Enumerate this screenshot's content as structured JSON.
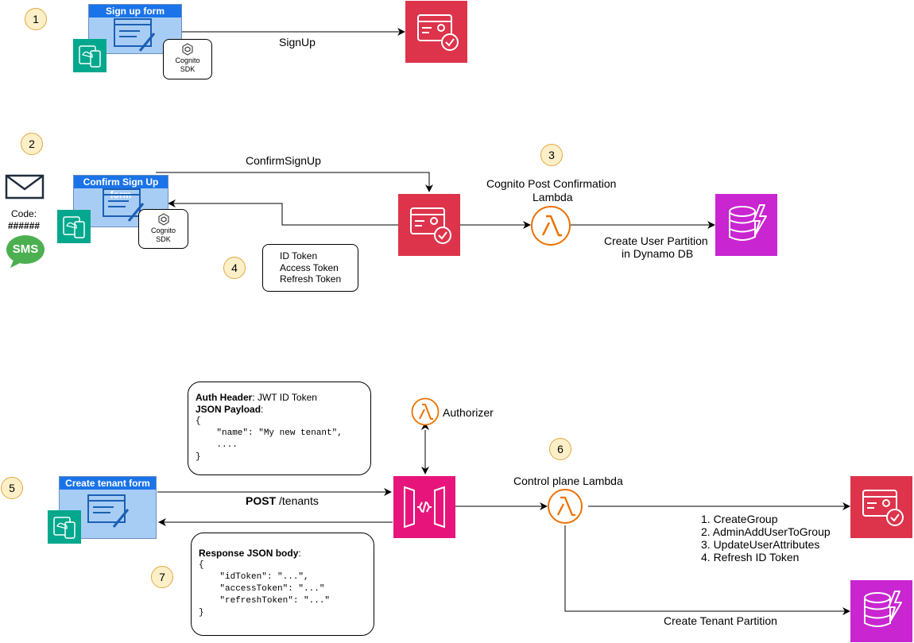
{
  "steps": [
    "1",
    "2",
    "3",
    "4",
    "5",
    "6",
    "7"
  ],
  "forms": {
    "signup": "Sign up form",
    "confirm": "Confirm Sign Up form",
    "create_tenant": "Create tenant form"
  },
  "sdk": {
    "line1": "Cognito",
    "line2": "SDK"
  },
  "edges": {
    "signup": "SignUp",
    "confirm_signup": "ConfirmSignUp",
    "post_conf_line1": "Cognito Post Confirmation",
    "post_conf_line2": "Lambda",
    "create_user_line1": "Create User Partition",
    "create_user_line2": "in Dynamo DB",
    "post_bold": "POST",
    "post_path": " /tenants",
    "authorizer": "Authorizer",
    "control_plane": "Control plane Lambda",
    "create_tenant_partition": "Create Tenant Partition"
  },
  "code": {
    "label": "Code:",
    "value": "######"
  },
  "sms": "SMS",
  "tokens": [
    "ID Token",
    "Access Token",
    "Refresh Token"
  ],
  "request_box": {
    "auth_bold": "Auth Header",
    "auth_rest": ": JWT ID Token",
    "json_bold": "JSON Payload",
    "json_rest": ":",
    "code": "{\n    \"name\": \"My new tenant\",\n    ....\n}"
  },
  "response_box": {
    "title_bold": "Response JSON body",
    "title_rest": ":",
    "code": "{\n    \"idToken\": \"...\",\n    \"accessToken\": \"...\"\n    \"refreshToken\": \"...\"\n}"
  },
  "cognito_steps": [
    "1. CreateGroup",
    "2. AdminAddUserToGroup",
    "3. UpdateUserAttributes",
    "4. Refresh ID Token"
  ],
  "colors": {
    "cognito": "#dd344c",
    "dynamodb": "#c925d1",
    "lambda": "#ed7100",
    "apigw": "#e7157b",
    "form_title": "#1a73e8",
    "form_body": "#a8cdf5",
    "mobile": "#01a88d",
    "badge_fill": "#fdf0c8",
    "badge_border": "#e2a942"
  },
  "icons": [
    "cognito-icon",
    "dynamodb-icon",
    "lambda-icon",
    "api-gateway-icon",
    "envelope-icon",
    "sms-icon",
    "mobile-devices-icon",
    "form-window-icon",
    "cognito-sdk-icon"
  ]
}
